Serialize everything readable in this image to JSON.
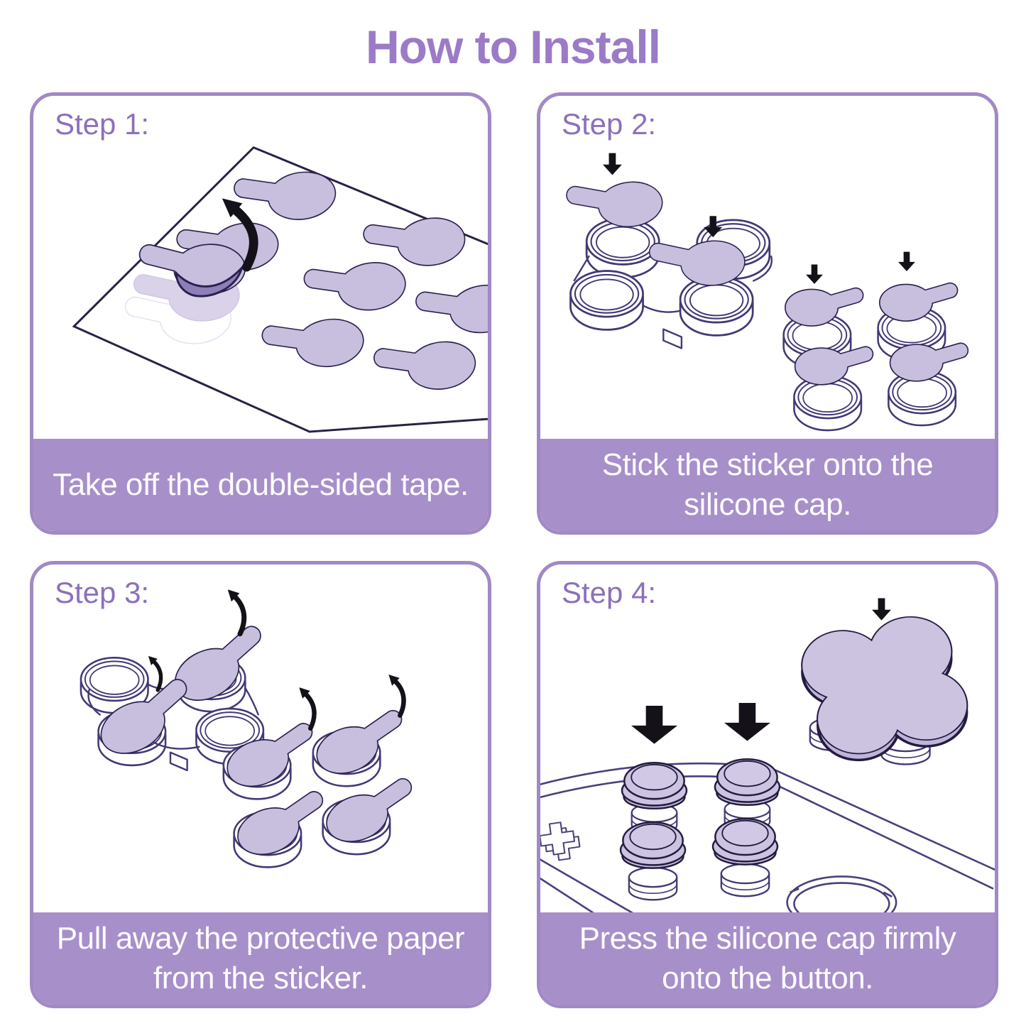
{
  "title": "How to Install",
  "colors": {
    "title": "#9B7BC7",
    "bar": "#A78FCA",
    "border": "#A189C5",
    "step": "#8C70BB",
    "caption_text": "#FDFCFE",
    "sticker_fill": "#C8BEDE",
    "sticker_outline": "#2A2150",
    "fold_fill": "#8F7FB8",
    "ghost_fill": "#D9D2E8",
    "ghost_outline": "#CBC2E0",
    "ring_outline": "#443876",
    "cap_fill": "#CCC3E1",
    "cap_top_fill": "#D0C8E4",
    "cap_outline": "#241C40",
    "device_line": "#4C3F7C",
    "arrow": "#141218"
  },
  "icons": {
    "down_arrow": "arrow-down-icon",
    "curved_arrow": "curved-peel-arrow-icon"
  },
  "panels": [
    {
      "step_label": "Step 1:",
      "caption_lines": [
        "Take off the double-sided tape."
      ]
    },
    {
      "step_label": "Step 2:",
      "caption_lines": [
        "Stick the sticker onto the",
        "silicone cap."
      ]
    },
    {
      "step_label": "Step 3:",
      "caption_lines": [
        "Pull away the protective paper",
        "from the sticker."
      ]
    },
    {
      "step_label": "Step 4:",
      "caption_lines": [
        "Press the silicone cap firmly",
        "onto the button."
      ]
    }
  ]
}
